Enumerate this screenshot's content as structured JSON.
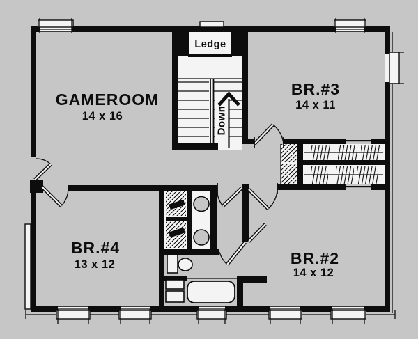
{
  "floorplan": {
    "rooms": {
      "gameroom": {
        "name": "GAMEROOM",
        "dims": "14 x 16"
      },
      "br3": {
        "name": "BR.#3",
        "dims": "14 x 11"
      },
      "br4": {
        "name": "BR.#4",
        "dims": "13 x 12"
      },
      "br2": {
        "name": "BR.#2",
        "dims": "14 x 12"
      }
    },
    "stairs": {
      "direction_label": "Down"
    },
    "ledge": {
      "label": "Ledge"
    },
    "colors": {
      "background": "#c6c6c6",
      "ink": "#0d0d0d",
      "paper": "#f4f4f4"
    }
  }
}
